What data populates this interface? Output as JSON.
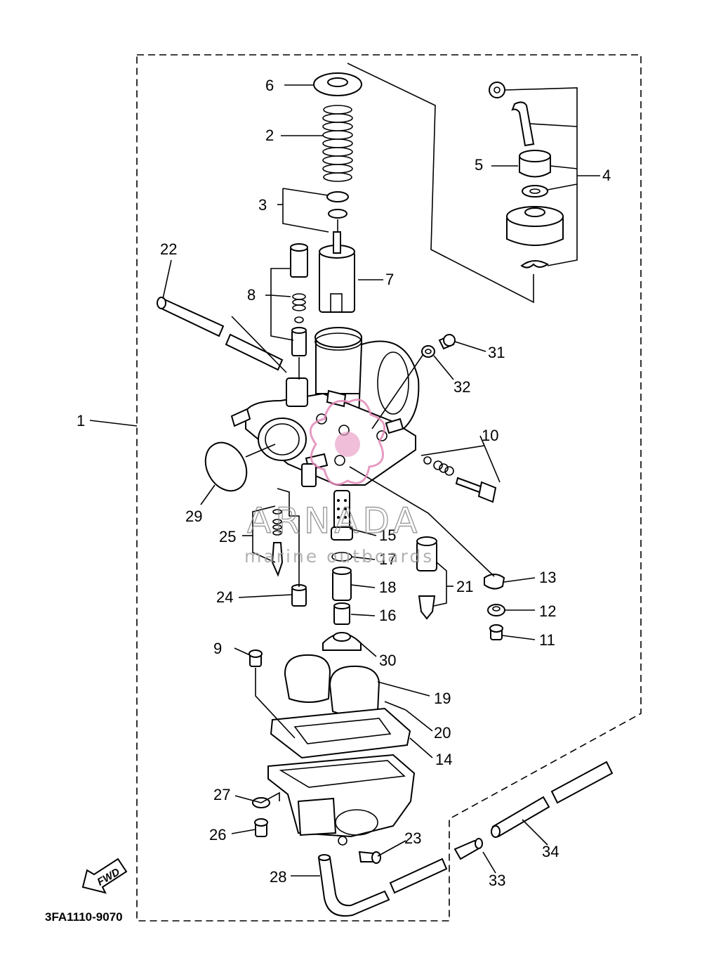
{
  "diagram_code": "3FA1110-9070",
  "fwd_label": "FWD",
  "watermark": {
    "brand": "ARNADA",
    "tagline": "marine outboards"
  },
  "callouts": [
    "1",
    "2",
    "3",
    "4",
    "5",
    "6",
    "7",
    "8",
    "9",
    "10",
    "11",
    "12",
    "13",
    "14",
    "15",
    "16",
    "17",
    "18",
    "19",
    "20",
    "21",
    "22",
    "23",
    "24",
    "25",
    "26",
    "27",
    "28",
    "29",
    "30",
    "31",
    "32",
    "33",
    "34"
  ]
}
